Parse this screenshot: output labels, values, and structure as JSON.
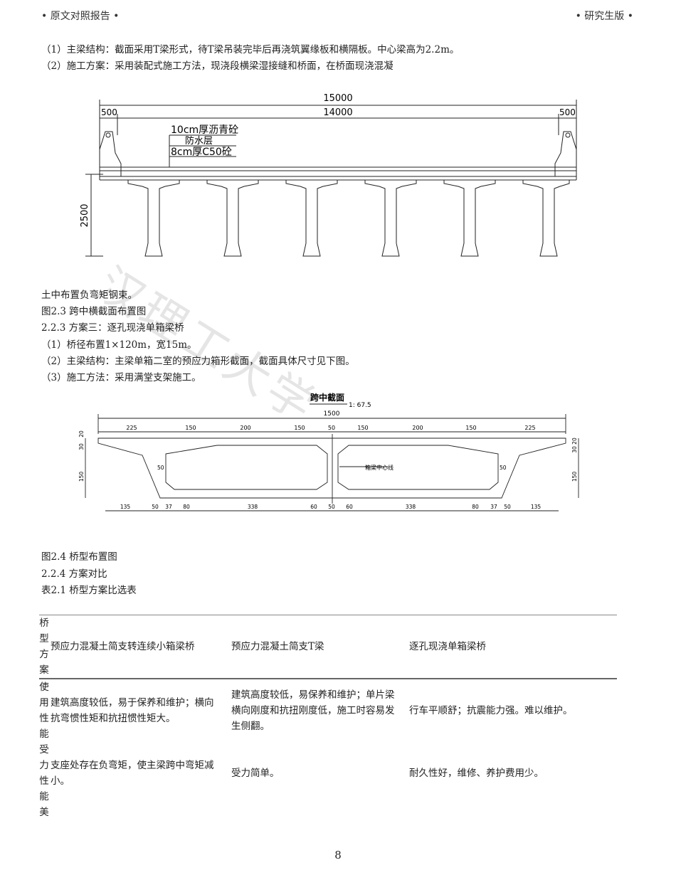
{
  "header": {
    "left": "• 原文对照报告 •",
    "right": "• 研究生版 •"
  },
  "paragraphs": {
    "p1": "（1）主梁结构：截面采用T梁形式，待T梁吊装完毕后再浇筑翼缘板和横隔板。中心梁高为2.2m。",
    "p2": "（2）施工方案：采用装配式施工方法，现浇段横梁湿接缝和桥面，在桥面现浇混凝",
    "p3": "土中布置负弯矩钢束。",
    "cap1": "图2.3 跨中横截面布置图",
    "sec223": "2.2.3 方案三：逐孔现浇单箱梁桥",
    "p4": "（1）桥径布置1×120m，宽15m。",
    "p5": "（2）主梁结构：主梁单箱二室的预应力箱形截面，截面具体尺寸见下图。",
    "p6": "（3）施工方法：采用满堂支架施工。",
    "cap2": "图2.4 桥型布置图",
    "sec224": "2.2.4 方案对比",
    "tablecap": "表2.1 桥型方案比选表"
  },
  "watermark": "汉理工大学",
  "fig1": {
    "dim_total": "15000",
    "dim_inner": "14000",
    "dim_left": "500",
    "dim_right": "500",
    "dim_height": "2500",
    "layer1": "10cm厚沥青砼",
    "layer2": "防水层",
    "layer3": "8cm厚C50砼"
  },
  "fig2": {
    "title": "跨中截面",
    "scale": "1: 67.5",
    "dim_total": "1500",
    "top_dims": [
      "225",
      "150",
      "200",
      "150",
      "50",
      "150",
      "200",
      "150",
      "225"
    ],
    "bottom_dims": [
      "135",
      "50",
      "37",
      "80",
      "338",
      "60",
      "50",
      "60",
      "338",
      "80",
      "37",
      "50",
      "135"
    ],
    "side_top_left": "30",
    "side_top_left2": "20",
    "side_top_right": "30 20",
    "side_h": "150",
    "chamfer": "50",
    "center_label": "箱梁中心线"
  },
  "table": {
    "header": {
      "c0": [
        "桥",
        "型",
        "方",
        "案"
      ],
      "c1": "预应力混凝土简支转连续小箱梁桥",
      "c2": "预应力混凝土简支T梁",
      "c3": "逐孔现浇单箱梁桥"
    },
    "rows": [
      {
        "c0": [
          "使",
          "用",
          "性",
          "能"
        ],
        "c1": "建筑高度较低，易于保养和维护；横向抗弯惯性矩和抗扭惯性矩大。",
        "c2": "建筑高度较低，易保养和维护；单片梁横向刚度和抗扭刚度低，施工时容易发生侧翻。",
        "c3": "行车平顺舒；抗震能力强。难以维护。"
      },
      {
        "c0": [
          "受",
          "力",
          "性",
          "能"
        ],
        "c1": "支座处存在负弯矩，使主梁跨中弯矩减小。",
        "c2": "受力简单。",
        "c3": "耐久性好，维修、养护费用少。"
      },
      {
        "c0": [
          "美"
        ],
        "c1": "",
        "c2": "",
        "c3": ""
      }
    ]
  },
  "page_number": "8"
}
